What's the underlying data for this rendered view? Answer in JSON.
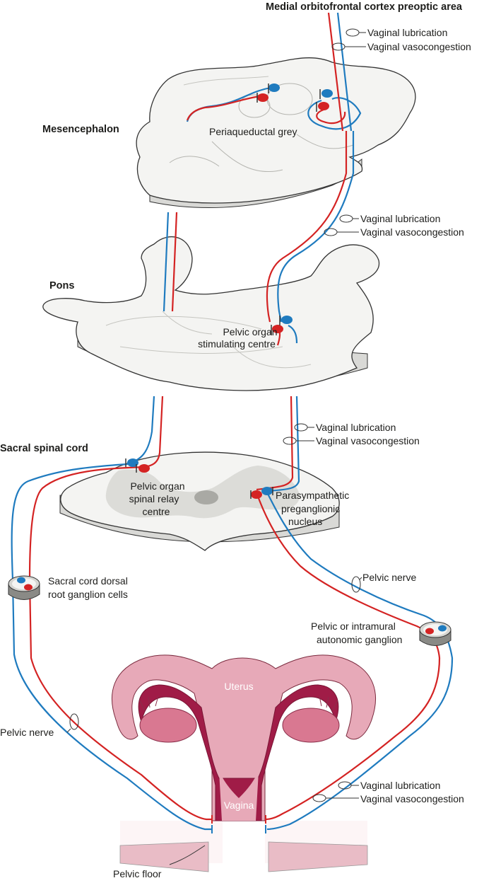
{
  "title": "Medial orbitofrontal cortex preoptic area",
  "colors": {
    "lubrication_pathway": "#1f7bbf",
    "vasocongestion_pathway": "#d42323",
    "brain_fill": "#f4f4f2",
    "grey_matter": "#dcdcd8",
    "uterus_dark": "#a01c47",
    "uterus_light": "#e7a9b8",
    "ovary": "#d97891"
  },
  "labels": {
    "lubrication": "Vaginal lubrication",
    "vasocongestion": "Vaginal vasocongestion"
  },
  "regions": {
    "mesencephalon": "Mesencephalon",
    "periaqueductal_grey": "Periaqueductal grey",
    "pons": "Pons",
    "posc_line1": "Pelvic organ",
    "posc_line2": "stimulating centre",
    "sacral_spinal_cord": "Sacral spinal cord",
    "relay_line1": "Pelvic organ",
    "relay_line2": "spinal relay",
    "relay_line3": "centre",
    "para_line1": "Parasympathetic",
    "para_line2": "preganglionic",
    "para_line3": "nucleus",
    "drg_line1": "Sacral cord dorsal",
    "drg_line2": "root ganglion cells",
    "pelvic_nerve_right": "Pelvic nerve",
    "ganglion_line1": "Pelvic or intramural",
    "ganglion_line2": "autonomic ganglion",
    "uterus": "Uterus",
    "pelvic_nerve_left": "Pelvic nerve",
    "vagina": "Vagina",
    "pelvic_floor": "Pelvic floor"
  }
}
